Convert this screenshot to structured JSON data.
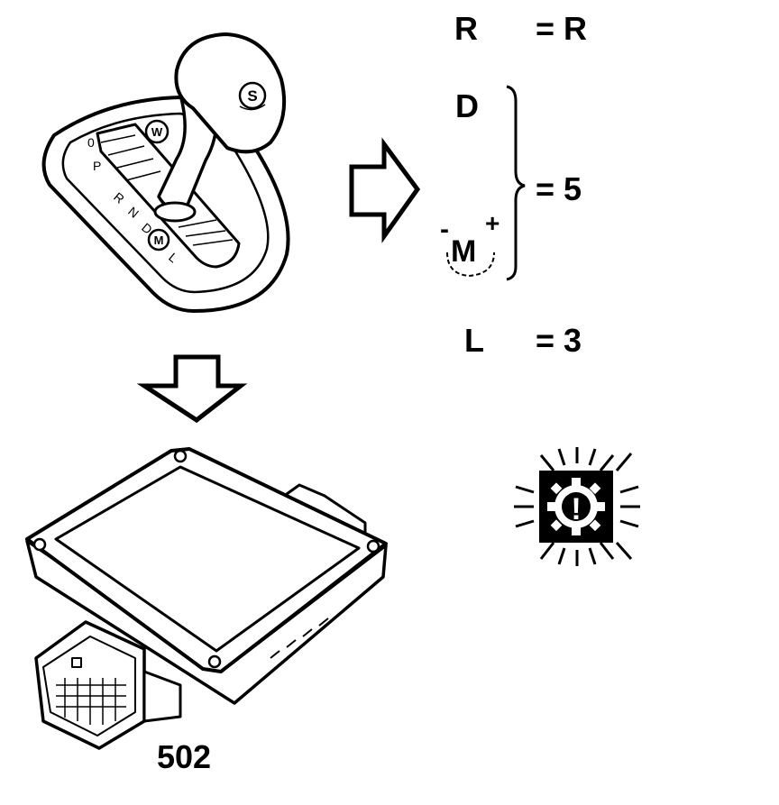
{
  "shifter": {
    "button_letter": "S",
    "winter_letter": "W",
    "gate_labels": [
      "0",
      "P",
      "R",
      "N",
      "D",
      "M",
      "L"
    ]
  },
  "mapping": {
    "r_position": "R",
    "r_result": "= R",
    "d_position": "D",
    "m_minus": "-",
    "m_letter": "M",
    "m_plus": "+",
    "dm_result": "= 5",
    "l_position": "L",
    "l_result": "= 3"
  },
  "control_module": {
    "part_number": "502"
  },
  "warning_icon": {
    "glyph": "!",
    "name": "transmission-warning-icon"
  },
  "colors": {
    "ink": "#000000",
    "paper": "#ffffff"
  }
}
